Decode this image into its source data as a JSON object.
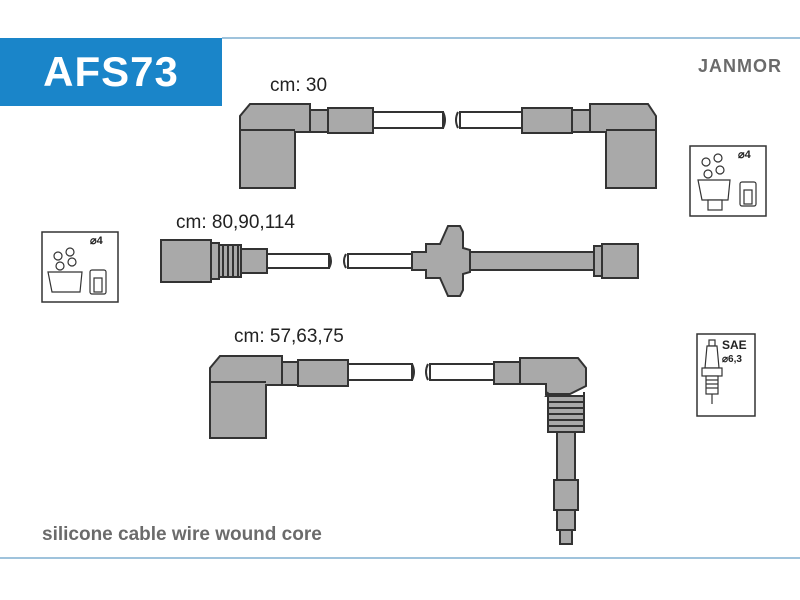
{
  "header": {
    "product_code": "AFS73",
    "brand": "JANMOR"
  },
  "cables": [
    {
      "id": "cable-top",
      "length_label": "cm: 30"
    },
    {
      "id": "cable-middle",
      "length_label": "cm: 80,90,114"
    },
    {
      "id": "cable-bottom",
      "length_label": "cm: 57,63,75"
    }
  ],
  "icons": {
    "distributor_right": {
      "name": "distributor-cap-icon",
      "caption": "⌀4"
    },
    "distributor_left": {
      "name": "distributor-cap-icon",
      "caption": "⌀4"
    },
    "spark_plug": {
      "name": "spark-plug-icon",
      "caption_top": "SAE",
      "caption_bottom": "⌀6,3"
    }
  },
  "footer": {
    "description": "silicone cable wire wound core"
  },
  "colors": {
    "accent": "#1a85c9",
    "part_fill": "#a9a9a9",
    "outline": "#333333",
    "frame_line": "#9fc3dc"
  }
}
